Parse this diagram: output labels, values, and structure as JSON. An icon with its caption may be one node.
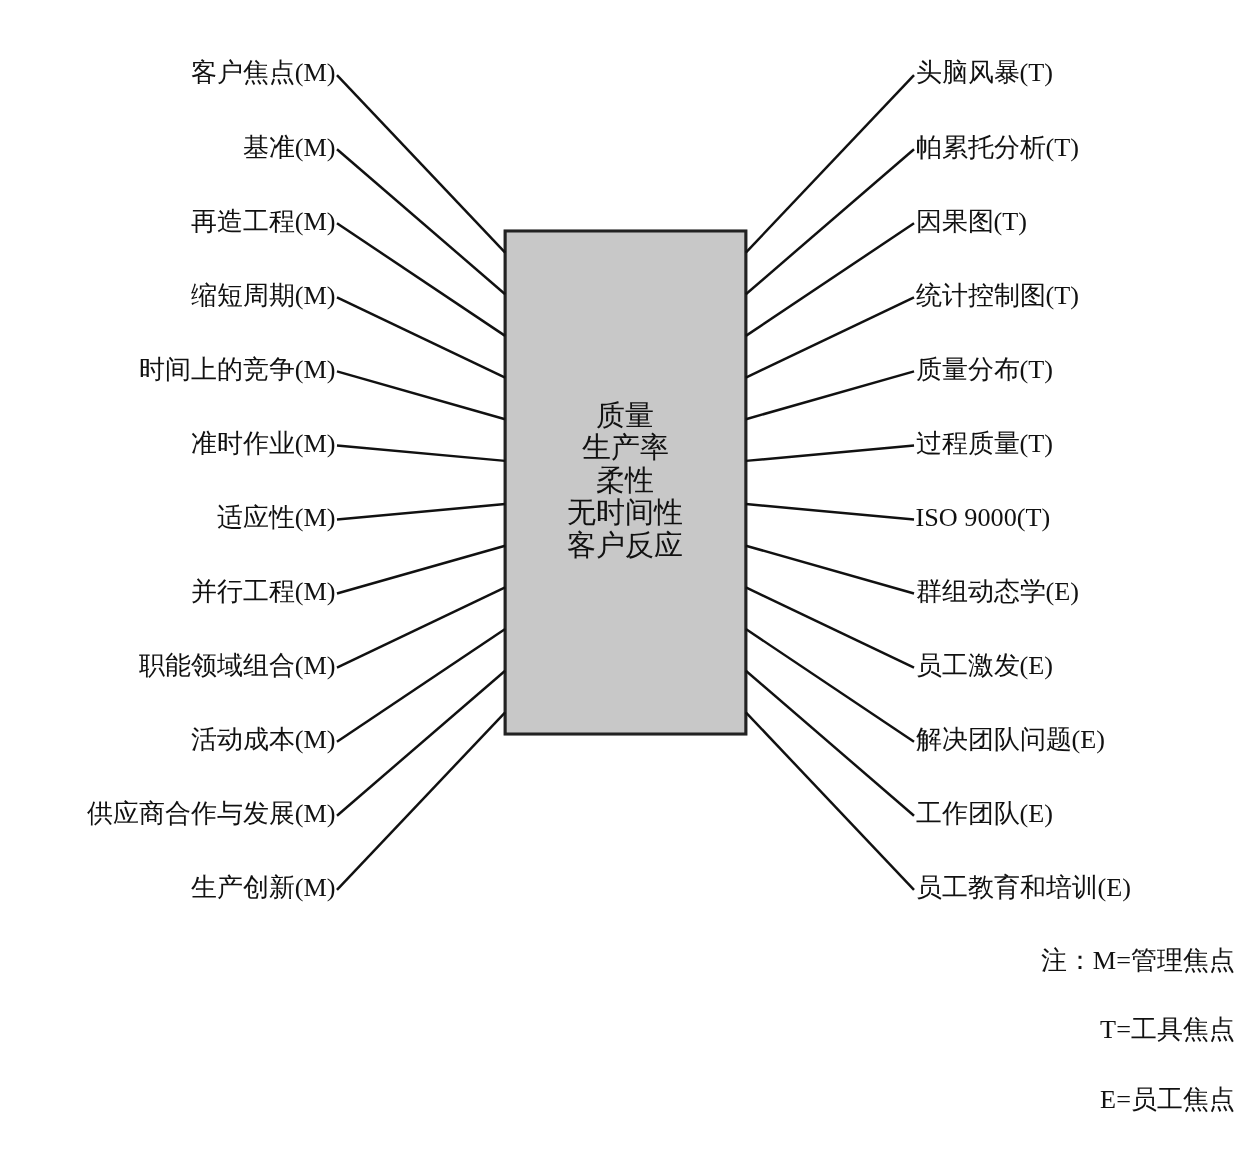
{
  "diagram": {
    "nodes": [
      {
        "text": [
          "质量",
          "生产率",
          "柔性",
          "无时间性",
          "客户反应"
        ]
      },
      {
        "text": [
          "客户焦点(M)"
        ]
      },
      {
        "text": [
          "基准(M)"
        ]
      },
      {
        "text": [
          "再造工程(M)"
        ]
      },
      {
        "text": [
          "缩短周期(M)"
        ]
      },
      {
        "text": [
          "时间上的竞争(M)"
        ]
      },
      {
        "text": [
          "准时作业(M)"
        ]
      },
      {
        "text": [
          "适应性(M)"
        ]
      },
      {
        "text": [
          "并行工程(M)"
        ]
      },
      {
        "text": [
          "职能领域组合(M)"
        ]
      },
      {
        "text": [
          "活动成本(M)"
        ]
      },
      {
        "text": [
          "供应商合作与发展(M)"
        ]
      },
      {
        "text": [
          "生产创新(M)"
        ]
      },
      {
        "text": [
          "头脑风暴(T)"
        ]
      },
      {
        "text": [
          "帕累托分析(T)"
        ]
      },
      {
        "text": [
          "因果图(T)"
        ]
      },
      {
        "text": [
          "统计控制图(T)"
        ]
      },
      {
        "text": [
          "质量分布(T)"
        ]
      },
      {
        "text": [
          "过程质量(T)"
        ]
      },
      {
        "text": [
          "ISO 9000(T)"
        ]
      },
      {
        "text": [
          "群组动态学(E)"
        ]
      },
      {
        "text": [
          "员工激发(E)"
        ]
      },
      {
        "text": [
          "解决团队问题(E)"
        ]
      },
      {
        "text": [
          "工作团队(E)"
        ]
      },
      {
        "text": [
          "员工教育和培训(E)"
        ]
      }
    ],
    "edges": [
      {
        "from": 1,
        "to": 0,
        "arrow": "none"
      },
      {
        "from": 2,
        "to": 0,
        "arrow": "none"
      },
      {
        "from": 3,
        "to": 0,
        "arrow": "none"
      },
      {
        "from": 4,
        "to": 0,
        "arrow": "none"
      },
      {
        "from": 5,
        "to": 0,
        "arrow": "none"
      },
      {
        "from": 6,
        "to": 0,
        "arrow": "none"
      },
      {
        "from": 7,
        "to": 0,
        "arrow": "none"
      },
      {
        "from": 8,
        "to": 0,
        "arrow": "none"
      },
      {
        "from": 9,
        "to": 0,
        "arrow": "none"
      },
      {
        "from": 10,
        "to": 0,
        "arrow": "none"
      },
      {
        "from": 11,
        "to": 0,
        "arrow": "none"
      },
      {
        "from": 12,
        "to": 0,
        "arrow": "none"
      },
      {
        "from": 0,
        "to": 13,
        "arrow": "none"
      },
      {
        "from": 0,
        "to": 14,
        "arrow": "none"
      },
      {
        "from": 0,
        "to": 15,
        "arrow": "none"
      },
      {
        "from": 0,
        "to": 16,
        "arrow": "none"
      },
      {
        "from": 0,
        "to": 17,
        "arrow": "none"
      },
      {
        "from": 0,
        "to": 18,
        "arrow": "none"
      },
      {
        "from": 0,
        "to": 19,
        "arrow": "none"
      },
      {
        "from": 0,
        "to": 20,
        "arrow": "none"
      },
      {
        "from": 0,
        "to": 21,
        "arrow": "none"
      },
      {
        "from": 0,
        "to": 22,
        "arrow": "none"
      },
      {
        "from": 0,
        "to": 23,
        "arrow": "none"
      },
      {
        "from": 0,
        "to": 24,
        "arrow": "none"
      }
    ],
    "labels": [
      "注：M=管理焦点",
      "T=工具焦点",
      "E=员工焦点"
    ]
  }
}
